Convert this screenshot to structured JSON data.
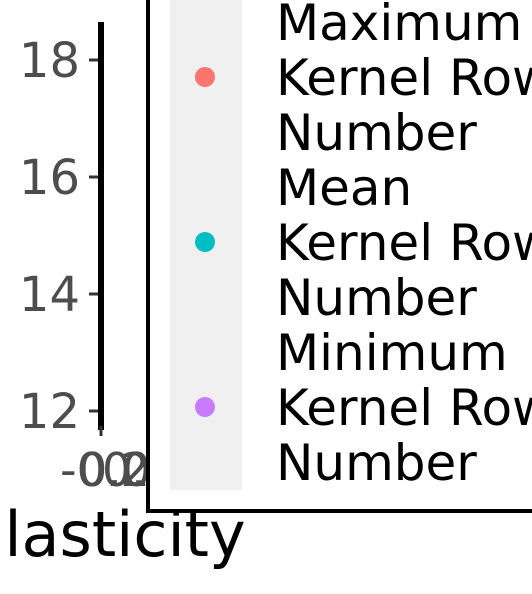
{
  "chart_data": {
    "type": "scatter",
    "xlabel": "lasticity",
    "ylabel": "",
    "y_ticks": [
      12,
      14,
      16,
      18
    ],
    "ylim": [
      11.7,
      18.65
    ],
    "x_tick_labels": [
      "-0.25",
      "0.00",
      "0.25"
    ],
    "legend_placement": "right",
    "series": [
      {
        "name": "Maximum Kernel Row Number",
        "lines": [
          "Maximum",
          "Kernel Row",
          "Number"
        ],
        "color": "#F8766D"
      },
      {
        "name": "Mean Kernel Row Number",
        "lines": [
          "Mean",
          "Kernel Row",
          "Number"
        ],
        "color": "#00BFC4"
      },
      {
        "name": "Minimum Kernel Row Number",
        "lines": [
          "Minimum",
          "Kernel Row",
          "Number"
        ],
        "color": "#C77CFF"
      }
    ]
  }
}
